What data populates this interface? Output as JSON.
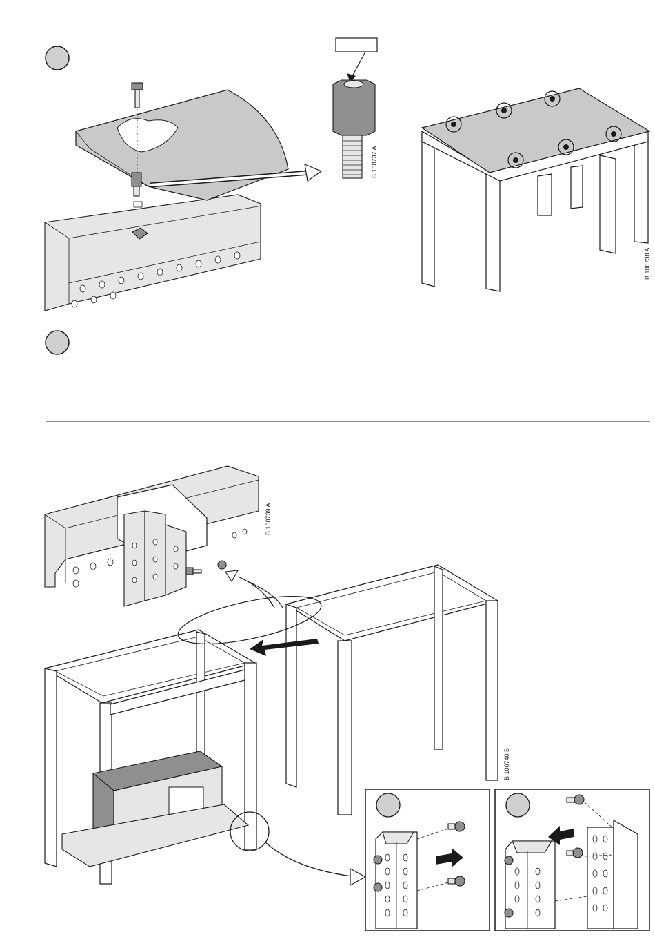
{
  "figure_refs": {
    "spacer_detail": "B 100737 A",
    "top_plate_assembly": "B 100738 A",
    "bracket_detail": "B 100739 A",
    "frame_coupling": "B 100740 B"
  },
  "step_markers": [
    "",
    "",
    "",
    ""
  ],
  "callout_box_label": "",
  "colors": {
    "line": "#1a1a1a",
    "plate": "#c9c9c9",
    "metal": "#e6e6e6",
    "marker": "#d0d0d0"
  }
}
